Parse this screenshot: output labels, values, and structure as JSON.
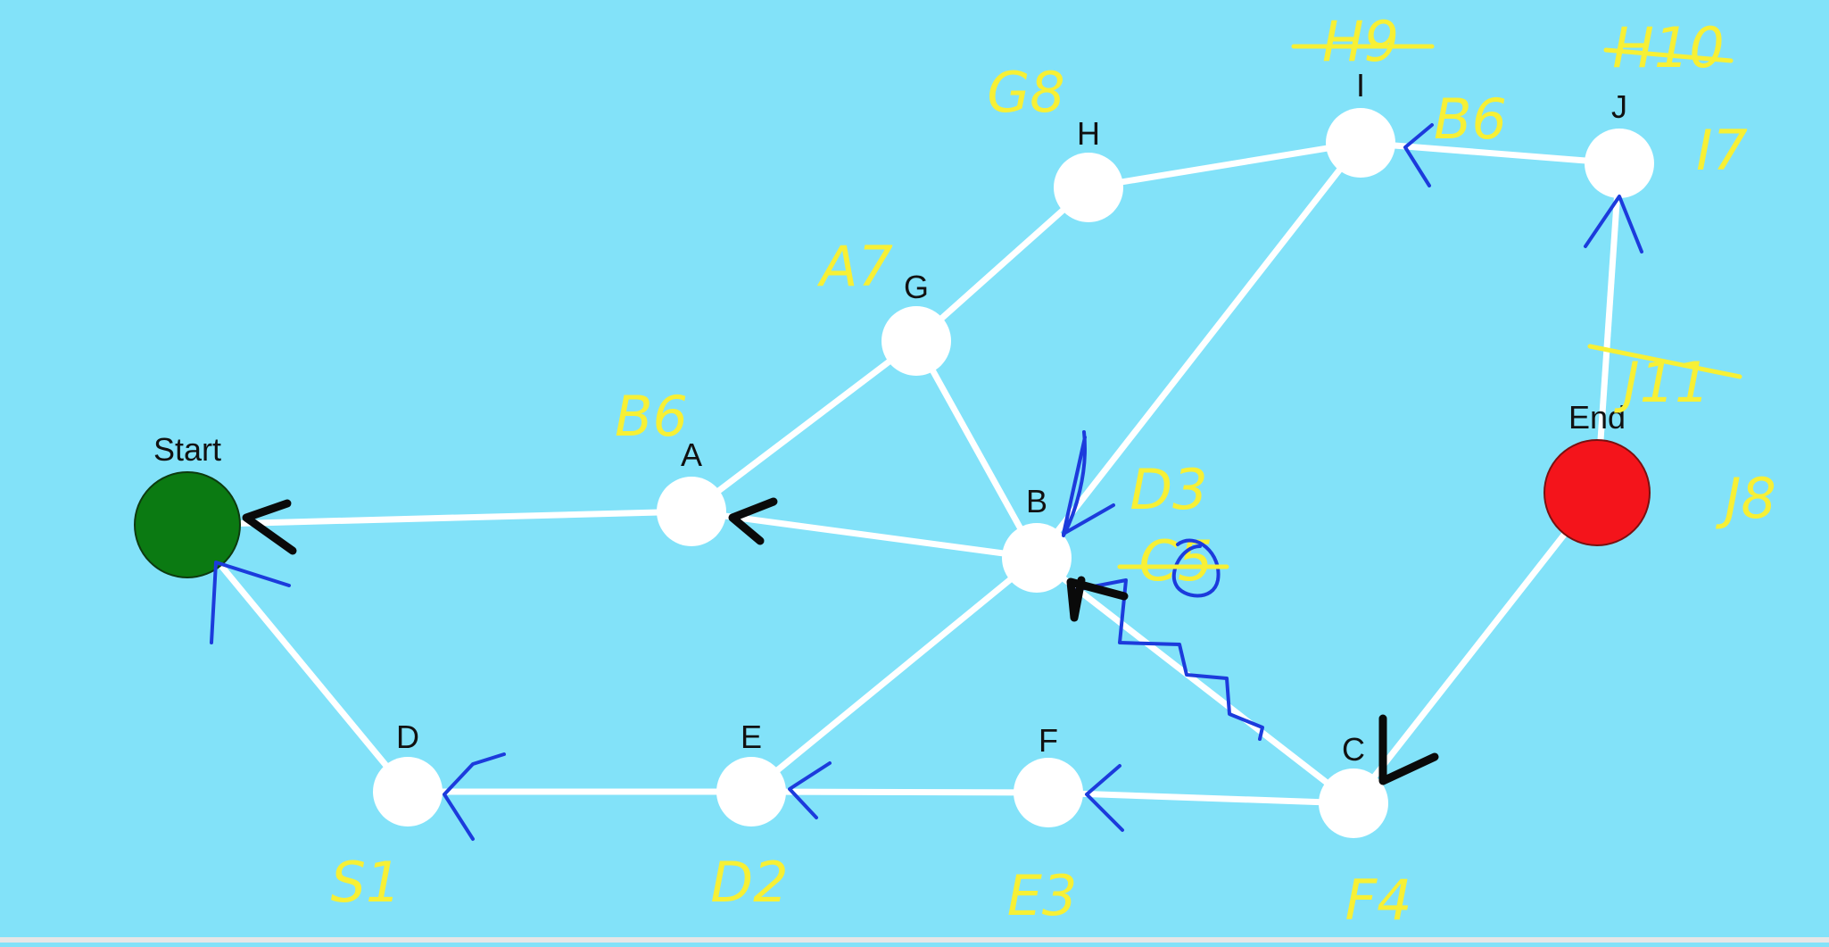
{
  "diagram": {
    "nodes": [
      {
        "id": "start",
        "label": "Start",
        "color": "#0b7a12",
        "kind": "start"
      },
      {
        "id": "end",
        "label": "End",
        "color": "#f4141b",
        "kind": "end"
      },
      {
        "id": "A",
        "label": "A",
        "color": "#ffffff"
      },
      {
        "id": "B",
        "label": "B",
        "color": "#ffffff"
      },
      {
        "id": "C",
        "label": "C",
        "color": "#ffffff"
      },
      {
        "id": "D",
        "label": "D",
        "color": "#ffffff"
      },
      {
        "id": "E",
        "label": "E",
        "color": "#ffffff"
      },
      {
        "id": "F",
        "label": "F",
        "color": "#ffffff"
      },
      {
        "id": "G",
        "label": "G",
        "color": "#ffffff"
      },
      {
        "id": "H",
        "label": "H",
        "color": "#ffffff"
      },
      {
        "id": "I",
        "label": "I",
        "color": "#ffffff"
      },
      {
        "id": "J",
        "label": "J",
        "color": "#ffffff"
      }
    ],
    "edges": [
      [
        "start",
        "A"
      ],
      [
        "start",
        "D"
      ],
      [
        "A",
        "B"
      ],
      [
        "A",
        "G"
      ],
      [
        "G",
        "B"
      ],
      [
        "G",
        "H"
      ],
      [
        "H",
        "I"
      ],
      [
        "I",
        "B"
      ],
      [
        "I",
        "J"
      ],
      [
        "J",
        "end"
      ],
      [
        "end",
        "C"
      ],
      [
        "C",
        "B"
      ],
      [
        "C",
        "F"
      ],
      [
        "F",
        "E"
      ],
      [
        "E",
        "D"
      ],
      [
        "E",
        "B"
      ]
    ],
    "annotations": [
      {
        "id": "ann-A",
        "text": "B6",
        "struck": false
      },
      {
        "id": "ann-B-1",
        "text": "D3",
        "struck": false
      },
      {
        "id": "ann-B-2",
        "text": "C5",
        "struck": true
      },
      {
        "id": "ann-C",
        "text": "F4",
        "struck": false
      },
      {
        "id": "ann-D",
        "text": "S1",
        "struck": false
      },
      {
        "id": "ann-E",
        "text": "D2",
        "struck": false
      },
      {
        "id": "ann-F",
        "text": "E3",
        "struck": false
      },
      {
        "id": "ann-G",
        "text": "A7",
        "struck": false
      },
      {
        "id": "ann-H",
        "text": "G8",
        "struck": false
      },
      {
        "id": "ann-I-1",
        "text": "H9",
        "struck": true
      },
      {
        "id": "ann-I-2",
        "text": "B6",
        "struck": false
      },
      {
        "id": "ann-J-1",
        "text": "H10",
        "struck": true
      },
      {
        "id": "ann-J-2",
        "text": "I7",
        "struck": false
      },
      {
        "id": "ann-end-1",
        "text": "J11",
        "struck": true
      },
      {
        "id": "ann-end-2",
        "text": "J8",
        "struck": false
      }
    ],
    "colors": {
      "background": "#82e2f9",
      "edge": "#ffffff",
      "annotation": "#f7f035",
      "pen_blue": "#1c3bdc",
      "pen_black": "#0a0a0a"
    }
  }
}
